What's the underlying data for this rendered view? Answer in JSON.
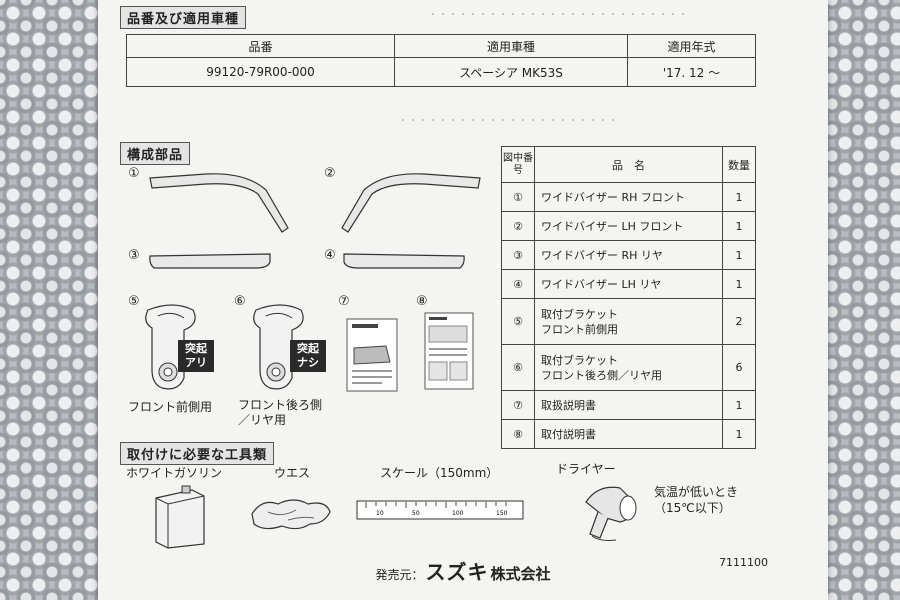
{
  "sections": {
    "vehicle": "品番及び適用車種",
    "parts": "構成部品",
    "tools": "取付けに必要な工具類"
  },
  "vehicle_table": {
    "headers": [
      "品番",
      "適用車種",
      "適用年式"
    ],
    "row": [
      "99120-79R00-000",
      "スペーシア  MK53S",
      "'17. 12 ～"
    ]
  },
  "parts_table": {
    "headers": [
      "図中番号",
      "品　名",
      "数量"
    ],
    "rows": [
      {
        "no": "①",
        "name": "ワイドバイザー RH フロント",
        "qty": "1"
      },
      {
        "no": "②",
        "name": "ワイドバイザー LH フロント",
        "qty": "1"
      },
      {
        "no": "③",
        "name": "ワイドバイザー RH リヤ",
        "qty": "1"
      },
      {
        "no": "④",
        "name": "ワイドバイザー LH リヤ",
        "qty": "1"
      },
      {
        "no": "⑤",
        "name": "取付ブラケット\nフロント前側用",
        "qty": "2"
      },
      {
        "no": "⑥",
        "name": "取付ブラケット\nフロント後ろ側／リヤ用",
        "qty": "6"
      },
      {
        "no": "⑦",
        "name": "取扱説明書",
        "qty": "1"
      },
      {
        "no": "⑧",
        "name": "取付説明書",
        "qty": "1"
      }
    ]
  },
  "diagram_numbers": [
    "①",
    "②",
    "③",
    "④",
    "⑤",
    "⑥",
    "⑦",
    "⑧"
  ],
  "bracket_labels": {
    "front": "フロント前側用",
    "rear": "フロント後ろ側\n／リヤ用",
    "badge_with": "突起\nアリ",
    "badge_without": "突起\nナシ"
  },
  "tools": {
    "gasoline": "ホワイトガソリン",
    "rag": "ウエス",
    "scale": "スケール（150mm）",
    "scale_ticks": [
      "10",
      "50",
      "100",
      "150"
    ],
    "dryer": "ドライヤー",
    "dryer_note": "気温が低いとき\n（15℃以下）"
  },
  "footer": {
    "prefix": "発売元：",
    "brand": "スズキ",
    "company": "株式会社",
    "code": "7111100"
  }
}
